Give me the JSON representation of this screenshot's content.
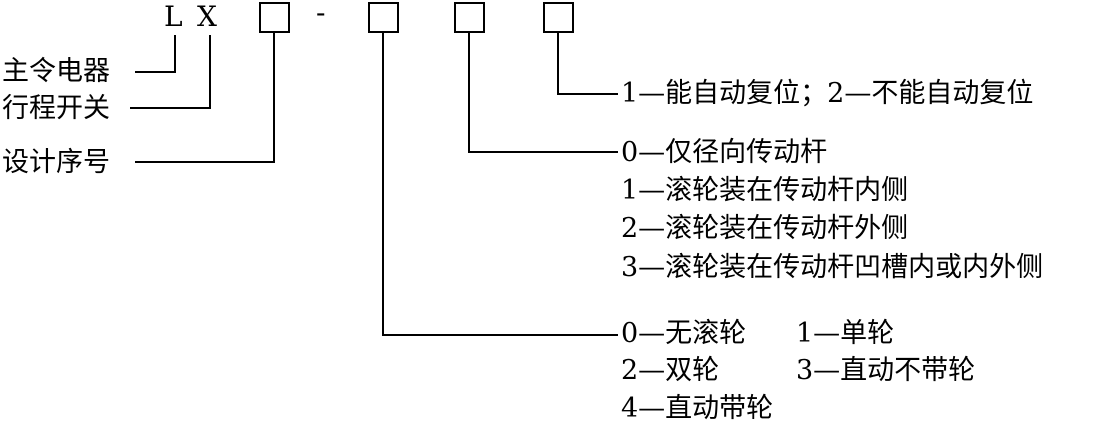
{
  "model_code": {
    "prefix_l": "L",
    "prefix_x": "X",
    "separator": "-"
  },
  "prefix_labels": {
    "main_controller": "主令电器",
    "travel_switch": "行程开关",
    "design_number": "设计序号"
  },
  "reset_options": {
    "text": "1—能自动复位；2—不能自动复位"
  },
  "rod_options": [
    "0—仅径向传动杆",
    "1—滚轮装在传动杆内侧",
    "2—滚轮装在传动杆外侧",
    "3—滚轮装在传动杆凹槽内或内外侧"
  ],
  "roller_options": {
    "no_roller": "0—无滚轮",
    "single_roller": "1—单轮",
    "double_roller": "2—双轮",
    "direct_no_roller": "3—直动不带轮",
    "direct_with_roller": "4—直动带轮"
  }
}
